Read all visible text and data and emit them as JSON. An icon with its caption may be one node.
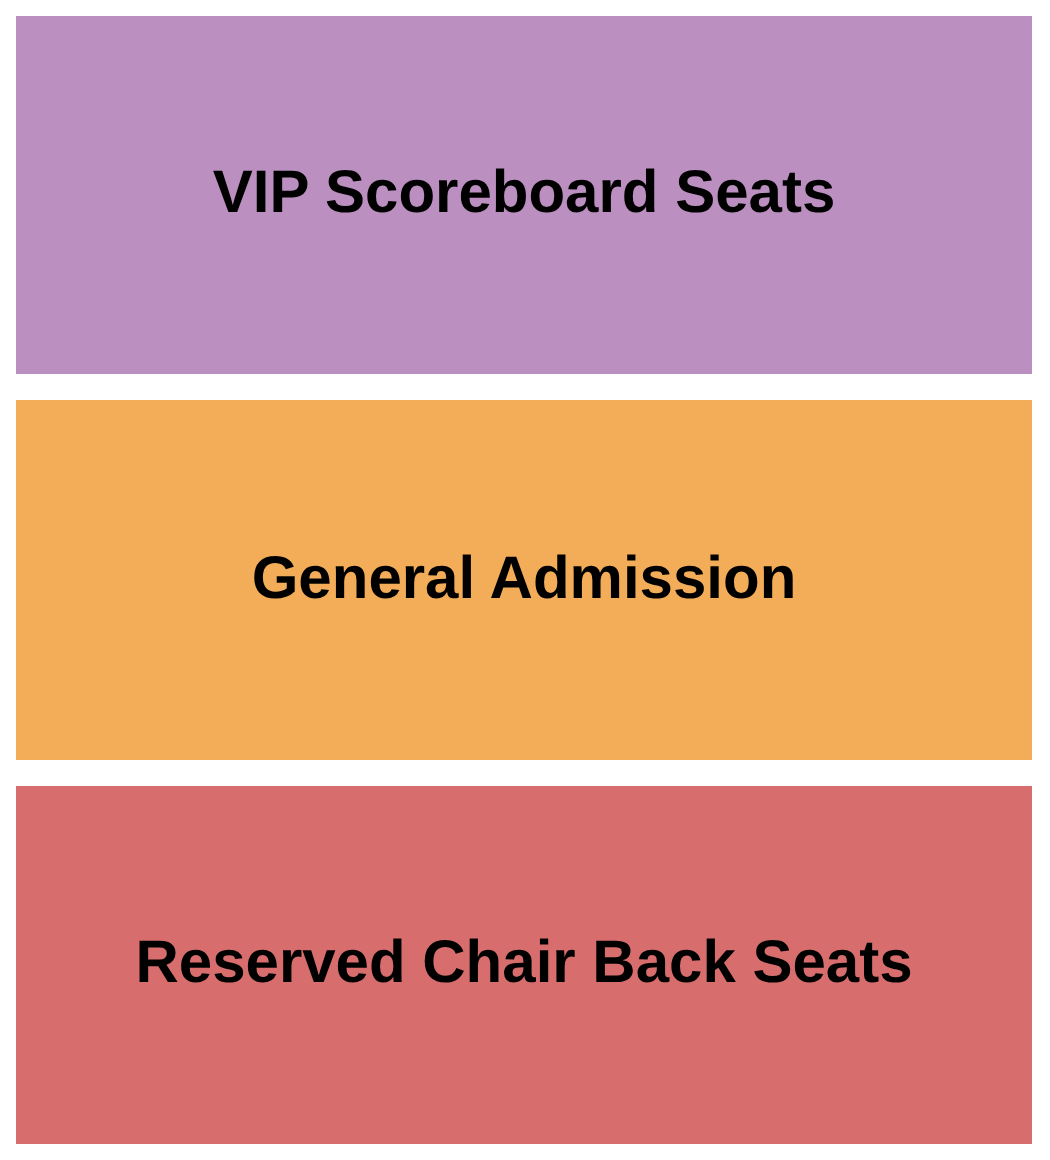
{
  "diagram": {
    "nodes": [
      {
        "text": [
          "VIP Scoreboard Seats"
        ]
      },
      {
        "text": [
          "General Admission"
        ]
      },
      {
        "text": [
          "Reserved Chair Back Seats"
        ]
      }
    ]
  }
}
